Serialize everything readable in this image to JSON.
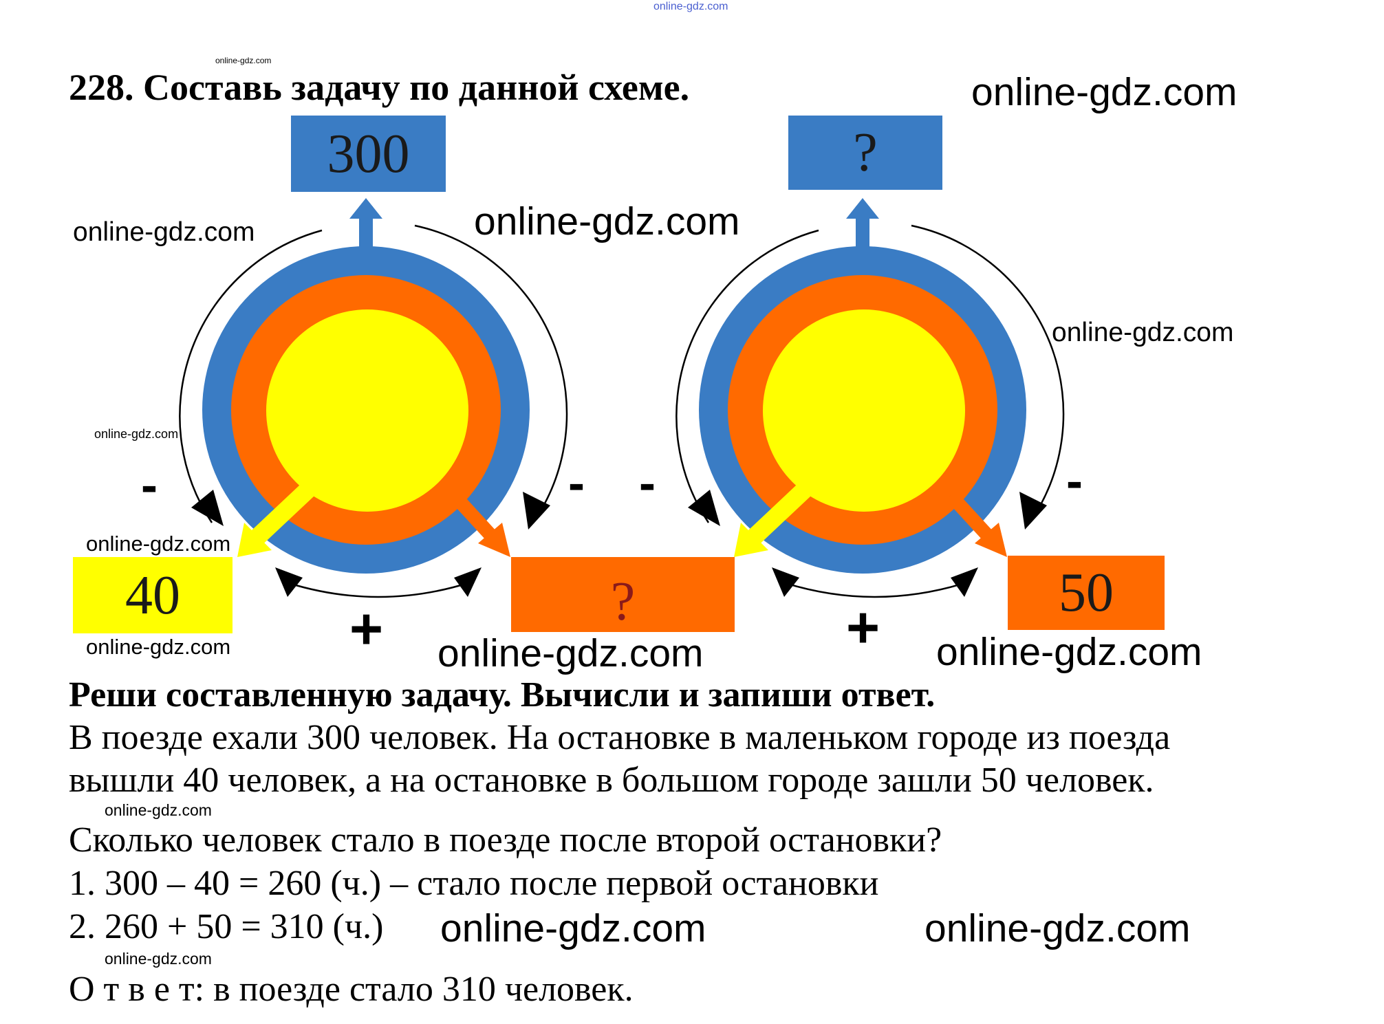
{
  "header_watermark": "online-gdz.com",
  "title": "228. Составь задачу по данной схеме.",
  "diagram": {
    "left": {
      "top_box": "300",
      "left_box": "40",
      "right_box": "?",
      "minus_left": "-",
      "minus_right": "-",
      "plus": "+"
    },
    "right": {
      "top_box": "?",
      "left_box": "",
      "right_box": "50",
      "minus_left": "-",
      "minus_right": "-",
      "plus": "+"
    },
    "colors": {
      "blue": "#3a7cc4",
      "orange": "#ff6a00",
      "yellow": "#ffff00"
    }
  },
  "text": {
    "instruction": "Реши составленную задачу. Вычисли и запиши ответ.",
    "problem": [
      "В поезде ехали 300 человек. На остановке в маленьком городе из поезда",
      "вышли 40 человек, а на остановке в большом городе зашли 50 человек.",
      "Сколько человек стало в поезде после второй остановки?"
    ],
    "steps": [
      "1. 300 – 40 = 260 (ч.) – стало после первой остановки",
      "2. 260 + 50 = 310 (ч.)"
    ],
    "answer": "О т в е т: в поезде стало 310 человек."
  },
  "watermarks": [
    "online-gdz.com",
    "online-gdz.com",
    "online-gdz.com",
    "online-gdz.com",
    "online-gdz.com",
    "online-gdz.com",
    "online-gdz.com",
    "online-gdz.com",
    "online-gdz.com",
    "online-gdz.com",
    "online-gdz.com",
    "online-gdz.com",
    "online-gdz.com",
    "online-gdz.com"
  ]
}
